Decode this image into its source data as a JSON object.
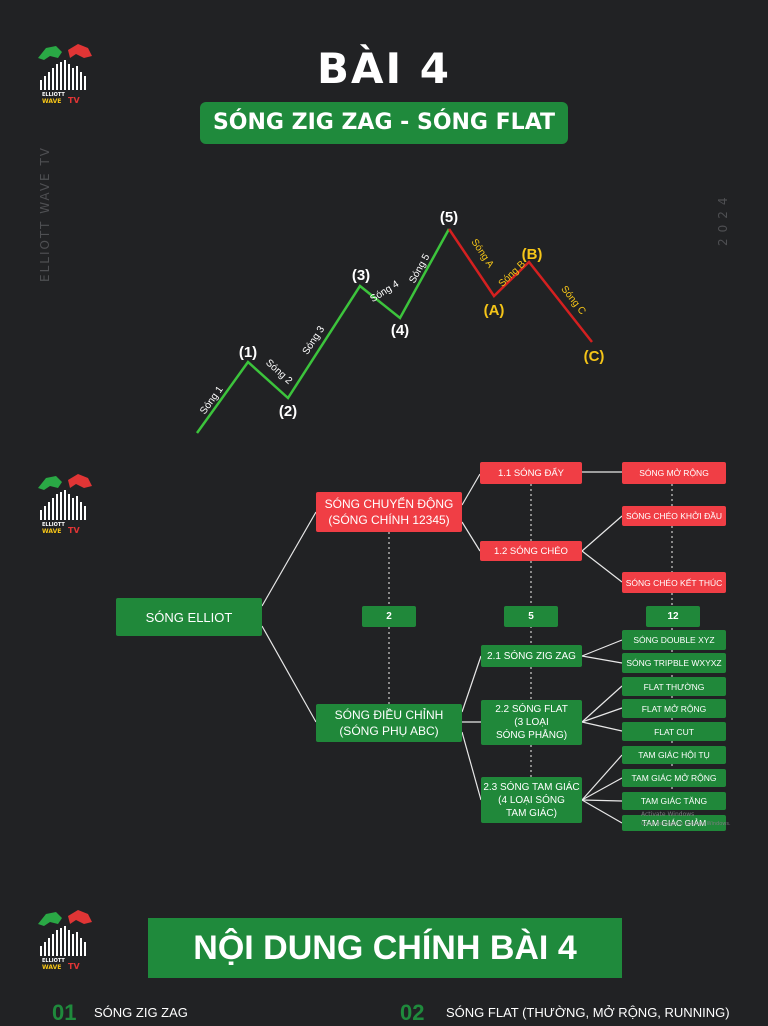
{
  "header": {
    "title": "BÀI 4",
    "subtitle": "SÓNG ZIG ZAG - SÓNG FLAT"
  },
  "side": {
    "left_text": "ELLIOTT WAVE TV",
    "right_text": "2024"
  },
  "logo": {
    "line1": "ELLIOTT",
    "line2": "WAVE",
    "line3": "TV"
  },
  "colors": {
    "green": "#1f8a3c",
    "red": "#f03e45",
    "yellow": "#f5c518",
    "wave_green": "#3cc43c",
    "wave_red": "#d42020"
  },
  "wave": {
    "points": [
      {
        "label": "(1)",
        "color": "white"
      },
      {
        "label": "(2)",
        "color": "white"
      },
      {
        "label": "(3)",
        "color": "white"
      },
      {
        "label": "(4)",
        "color": "white"
      },
      {
        "label": "(5)",
        "color": "white"
      },
      {
        "label": "(A)",
        "color": "yellow"
      },
      {
        "label": "(B)",
        "color": "yellow"
      },
      {
        "label": "(C)",
        "color": "yellow"
      }
    ],
    "segments": [
      "Sóng 1",
      "Sóng 2",
      "Sóng 3",
      "Sóng 4",
      "Sóng 5",
      "Sóng A",
      "Sóng B",
      "Sóng C"
    ]
  },
  "tree": {
    "root": "SÓNG ELLIOT",
    "motive": {
      "line1": "SÓNG CHUYỂN ĐỘNG",
      "line2": "(SÓNG CHÍNH 12345)"
    },
    "corrective": {
      "line1": "SÓNG ĐIỀU CHỈNH",
      "line2": "(SÓNG PHỤ ABC)"
    },
    "impulse": "1.1 SÓNG ĐẨY",
    "diagonal": "1.2 SÓNG CHÉO",
    "extended": "SÓNG MỞ RỘNG",
    "leading_diag": "SÓNG CHÉO KHỞI ĐẦU",
    "ending_diag": "SÓNG CHÉO KẾT THÚC",
    "count_2": "2",
    "count_5": "5",
    "count_12": "12",
    "zigzag": "2.1 SÓNG ZIG ZAG",
    "flat": {
      "line1": "2.2 SÓNG FLAT",
      "line2": "(3 LOẠI",
      "line3": "SÓNG PHẲNG)"
    },
    "triangle": {
      "line1": "2.3 SÓNG TAM GIÁC",
      "line2": "(4 LOẠI SÓNG",
      "line3": "TAM GIÁC)"
    },
    "double": "SÓNG DOUBLE XYZ",
    "triple": "SÓNG TRIPBLE WXYXZ",
    "flat_regular": "FLAT THƯỜNG",
    "flat_expanded": "FLAT MỞ RỘNG",
    "flat_cut": "FLAT CUT",
    "tri_contract": "TAM GIÁC HỘI TỤ",
    "tri_expand": "TAM GIÁC MỞ RỘNG",
    "tri_ascend": "TAM GIÁC TĂNG",
    "tri_descend": "TAM GIÁC GIẢM",
    "watermark1": "Activate Windows",
    "watermark2": "Go to Settings to activate Windows."
  },
  "footer": {
    "banner": "NỘI DUNG CHÍNH BÀI 4",
    "items": [
      {
        "num": "01",
        "text": "SÓNG ZIG ZAG"
      },
      {
        "num": "02",
        "text": "SÓNG FLAT (THƯỜNG, MỞ RỘNG, RUNNING)"
      }
    ]
  }
}
